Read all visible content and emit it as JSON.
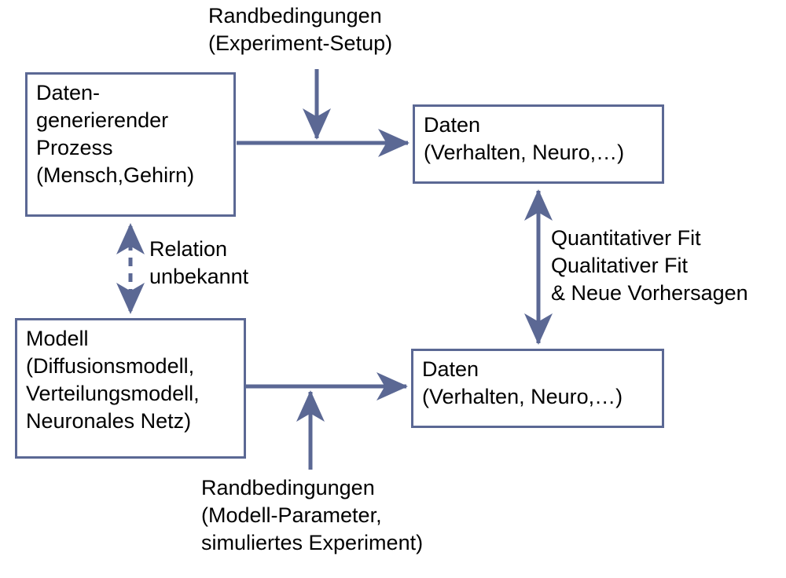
{
  "diagram": {
    "title": "Modellierungs-Schema: Datengenerierender Prozess vs. Modell",
    "accent_color": "#5b6894",
    "text_color": "#000000",
    "background_color": "#ffffff",
    "nodes": {
      "data_generating_process": {
        "label": "Daten-\ngenerierender\nProzess\n(Mensch,Gehirn)"
      },
      "data_empirical": {
        "label": "Daten\n(Verhalten, Neuro,…)"
      },
      "model": {
        "label": "Modell\n(Diffusionsmodell,\nVerteilungsmodell,\nNeuronales Netz)"
      },
      "data_simulated": {
        "label": "Daten\n(Verhalten, Neuro,…)"
      }
    },
    "labels": {
      "boundary_conditions_top": "Randbedingungen\n(Experiment-Setup)",
      "relation_unknown": "Relation\nunbekannt",
      "fit_criteria": "Quantitativer Fit\nQualitativer Fit\n& Neue Vorhersagen",
      "boundary_conditions_bottom": "Randbedingungen\n(Modell-Parameter,\nsimuliertes Experiment)"
    },
    "edges": [
      {
        "name": "process-to-data",
        "kind": "solid-arrow",
        "direction": "right"
      },
      {
        "name": "boundary-top-to-process-data",
        "kind": "solid-arrow",
        "direction": "down"
      },
      {
        "name": "process-model-relation",
        "kind": "dashed-double-arrow",
        "direction": "vertical"
      },
      {
        "name": "data-comparison",
        "kind": "solid-double-arrow",
        "direction": "vertical"
      },
      {
        "name": "model-to-data",
        "kind": "solid-arrow",
        "direction": "right"
      },
      {
        "name": "boundary-bottom-to-model-data",
        "kind": "solid-arrow",
        "direction": "up"
      }
    ]
  }
}
